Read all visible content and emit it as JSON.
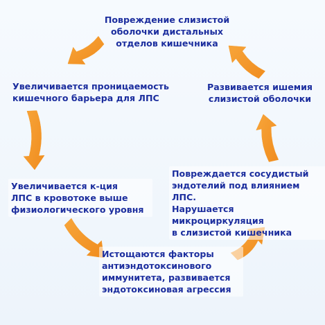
{
  "diagram": {
    "nodes": [
      {
        "id": "mucosa-damage",
        "text": "Повреждение слизистой\nоболочки дистальных\nотделов кишечника"
      },
      {
        "id": "ischemia",
        "text": "Развивается ишемия\nслизистой оболочки"
      },
      {
        "id": "endothelium-damage",
        "text": "Повреждается сосудистый\nэндотелий под влиянием ЛПС.\nНарушается микроциркуляция\nв слизистой кишечника"
      },
      {
        "id": "immunity-depletion",
        "text": "Истощаются  факторы\nантиэндотоксинового\nиммунитета, развивается\nэндотоксиновая агрессия"
      },
      {
        "id": "lps-increase",
        "text": "Увеличивается к-ция\n ЛПС в кровотоке выше\nфизиологического уровня"
      },
      {
        "id": "permeability",
        "text": "Увеличивается проницаемость\nкишечного барьера для ЛПС"
      }
    ],
    "colors": {
      "text": "#1c2e9e",
      "arrow": "#f59a2a",
      "background": "#f2f7fd"
    }
  }
}
